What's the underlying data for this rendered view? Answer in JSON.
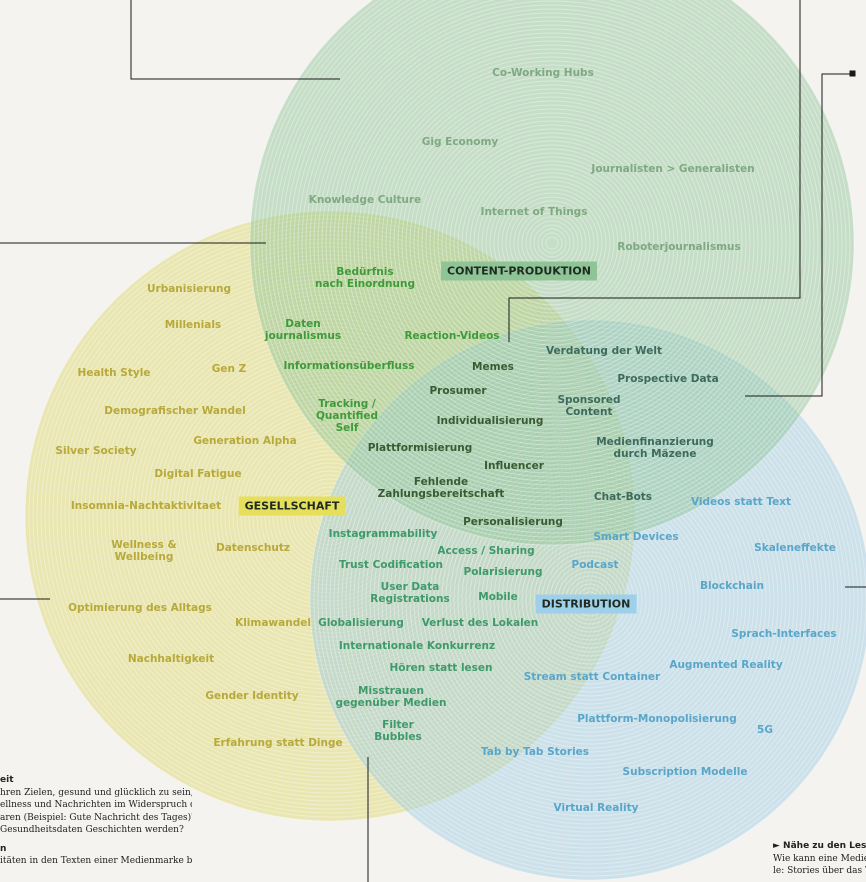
{
  "colors": {
    "content": "#86c08f",
    "gesellschaft": "#d8d35a",
    "distribution": "#94c9e3",
    "text_content": "#7fa982",
    "text_gesellschaft": "#b7a93a",
    "text_distribution": "#5aa6c9",
    "text_overlap_cg": "#3f9b3a",
    "text_overlap_gd": "#3e9a6a",
    "text_center": "#3a5a33",
    "text_overlap_cd": "#3e6a5d"
  },
  "sets": {
    "content": "CONTENT-PRODUKTION",
    "gesellschaft": "GESELLSCHAFT",
    "distribution": "DISTRIBUTION"
  },
  "content_only": [
    "Co-Working Hubs",
    "Gig Economy",
    "Journalisten > Generalisten",
    "Knowledge Culture",
    "Internet of Things",
    "Roboterjournalismus"
  ],
  "gesellschaft_only": [
    "Urbanisierung",
    "Millenials",
    "Health Style",
    "Gen Z",
    "Demografischer Wandel",
    "Silver Society",
    "Generation Alpha",
    "Digital Fatigue",
    "Insomnia-Nachtaktivitaet",
    "Wellness &\nWellbeing",
    "Datenschutz",
    "Optimierung des Alltags",
    "Klimawandel",
    "Nachhaltigkeit",
    "Gender Identity",
    "Erfahrung statt Dinge"
  ],
  "distribution_only": [
    "Videos statt Text",
    "Smart Devices",
    "Skaleneffekte",
    "Podcast",
    "Blockchain",
    "Sprach-Interfaces",
    "Augmented Reality",
    "Stream statt Container",
    "Plattform-Monopolisierung",
    "5G",
    "Tab by Tab Stories",
    "Subscription Modelle",
    "Virtual Reality"
  ],
  "content_gesellschaft": [
    "Bedürfnis\nnach Einordnung",
    "Daten\njournalismus",
    "Reaction-Videos",
    "Informationsüberfluss",
    "Tracking /\nQuantified\nSelf"
  ],
  "content_distribution": [
    "Verdatung der Welt",
    "Prospective Data",
    "Sponsored\nContent",
    "Medienfinanzierung\ndurch Mäzene",
    "Chat-Bots"
  ],
  "all_three": [
    "Memes",
    "Prosumer",
    "Individualisierung",
    "Plattformisierung",
    "Influencer",
    "Fehlende\nZahlungsbereitschaft",
    "Personalisierung"
  ],
  "gesellschaft_distribution": [
    "Instagrammability",
    "Access / Sharing",
    "Trust Codification",
    "Polarisierung",
    "User Data\nRegistrations",
    "Mobile",
    "Globalisierung",
    "Verlust des Lokalen",
    "Internationale Konkurrenz",
    "Hören statt lesen",
    "Misstrauen\ngegenüber Medien",
    "Filter\nBubbles"
  ],
  "notes": {
    "left_heading": "eit",
    "left_lines": [
      "hren Zielen, gesund und glücklich zu sein, un-",
      "ellness und Nachrichten im Widerspruch oder",
      "aren (Beispiel: Gute Nachricht des Tages)? Wie",
      "Gesundheitsdaten Geschichten werden?"
    ],
    "left_heading2": "n",
    "left_line2": "itäten in den Texten einer Medienmarke be-",
    "right_heading": "► Nähe zu den Lesend",
    "right_lines": [
      "Wie kann eine Medien",
      "le: Stories über das Tea"
    ]
  }
}
